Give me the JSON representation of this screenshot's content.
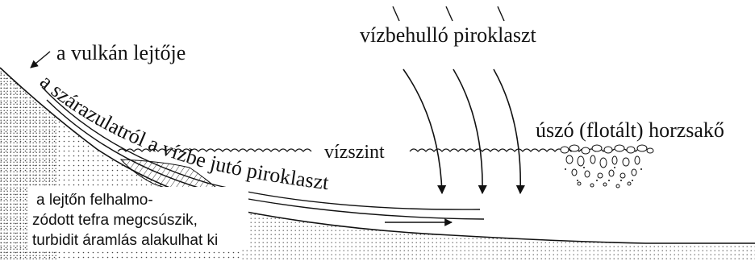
{
  "labels": {
    "slope": "a vulkán lejtője",
    "falling": "vízbehulló piroklaszt",
    "floating": "úszó (flotált) horzsakő",
    "water_level": "vízszint",
    "land_to_water": "a szárazulatról a vízbe jutó piroklaszt",
    "turbidite_line1": "a lejtőn felhalmo-",
    "turbidite_line2": "zódott tefra megcsúszik,",
    "turbidite_line3": "turbidit áramlás alakulhat ki"
  }
}
